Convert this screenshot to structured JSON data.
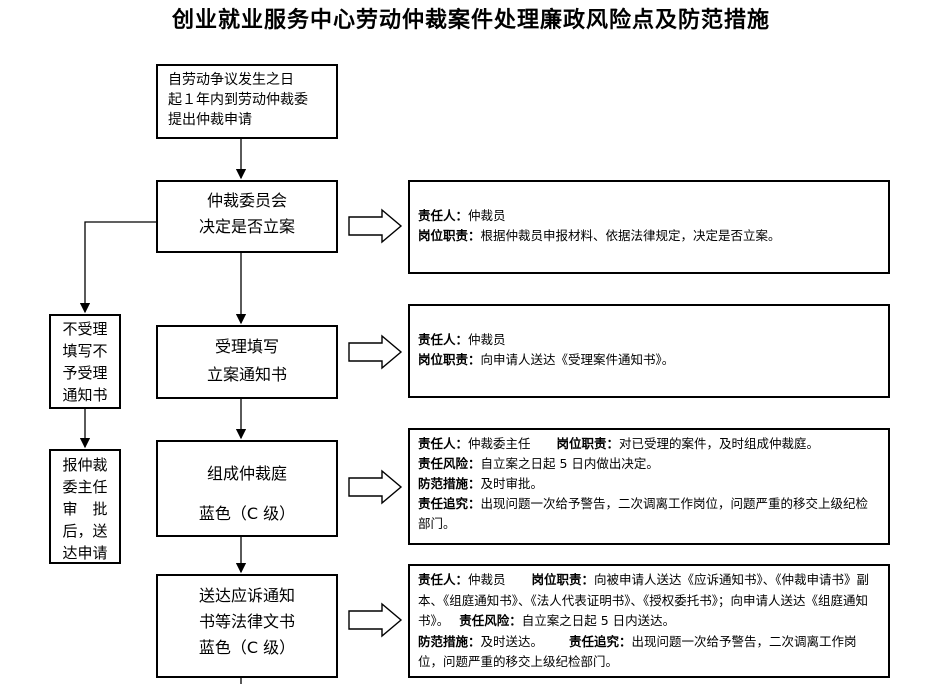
{
  "title": "创业就业服务中心劳动仲裁案件处理廉政风险点及防范措施",
  "steps": {
    "start": [
      "自劳动争议发生之日",
      "起１年内到劳动仲裁委",
      "提出仲裁申请"
    ],
    "decide": [
      "仲裁委员会",
      "决定是否立案"
    ],
    "accept": [
      "受理填写",
      "立案通知书"
    ],
    "tribunal": [
      "组成仲裁庭",
      "蓝色（C 级）"
    ],
    "deliver": [
      "送达应诉通知",
      "书等法律文书",
      "蓝色（C 级）"
    ],
    "reject": [
      "不受理",
      "填写不",
      "予受理",
      "通知书"
    ],
    "report": [
      "报仲裁",
      "委主任",
      "审　批",
      "后，送",
      "达申请"
    ]
  },
  "risks": {
    "r1": {
      "person_label": "责任人：",
      "person": "仲裁员",
      "duty_label": "岗位职责：",
      "duty": "根据仲裁员申报材料、依据法律规定，决定是否立案。"
    },
    "r2": {
      "person_label": "责任人：",
      "person": "仲裁员",
      "duty_label": "岗位职责：",
      "duty": "向申请人送达《受理案件通知书》。"
    },
    "r3": {
      "person_label": "责任人：",
      "person": "仲裁委主任",
      "duty_label": "岗位职责：",
      "duty": "对已受理的案件，及时组成仲裁庭。",
      "risk_label": "责任风险：",
      "risk": "自立案之日起 5 日内做出决定。",
      "measure_label": "防范措施：",
      "measure": "及时审批。",
      "account_label": "责任追究：",
      "account": "出现问题一次给予警告，二次调离工作岗位，问题严重的移交上级纪检部门。"
    },
    "r4": {
      "person_label": "责任人：",
      "person": "仲裁员",
      "duty_label": "岗位职责：",
      "duty": "向被申请人送达《应诉通知书》、《仲裁申请书》副本、《组庭通知书》、《法人代表证明书》、《授权委托书》；向申请人送达《组庭通知书》。",
      "risk_label": "责任风险：",
      "risk": "自立案之日起 5 日内送达。",
      "measure_label": "防范措施：",
      "measure": "及时送达。",
      "account_label": "责任追究：",
      "account": "出现问题一次给予警告，二次调离工作岗位，问题严重的移交上级纪检部门。"
    }
  }
}
